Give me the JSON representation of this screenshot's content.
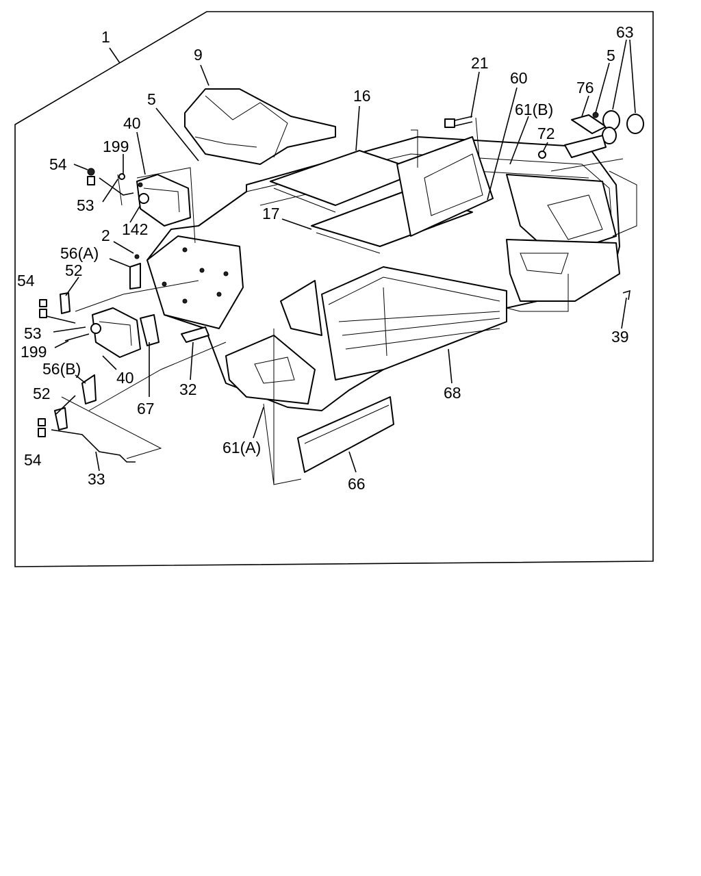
{
  "diagram": {
    "labels": {
      "l1": "1",
      "l9": "9",
      "l5a": "5",
      "l40a": "40",
      "l199a": "199",
      "l54a": "54",
      "l53a": "53",
      "l142": "142",
      "l2": "2",
      "l56a": "56(A)",
      "l52a": "52",
      "l54b": "54",
      "l53b": "53",
      "l199b": "199",
      "l40b": "40",
      "l56b": "56(B)",
      "l52b": "52",
      "l54c": "54",
      "l33": "33",
      "l67": "67",
      "l32": "32",
      "l61a": "61(A)",
      "l66": "66",
      "l68": "68",
      "l39": "39",
      "l17": "17",
      "l16": "16",
      "l21": "21",
      "l60": "60",
      "l61b": "61(B)",
      "l72": "72",
      "l76": "76",
      "l5b": "5",
      "l63": "63"
    }
  }
}
